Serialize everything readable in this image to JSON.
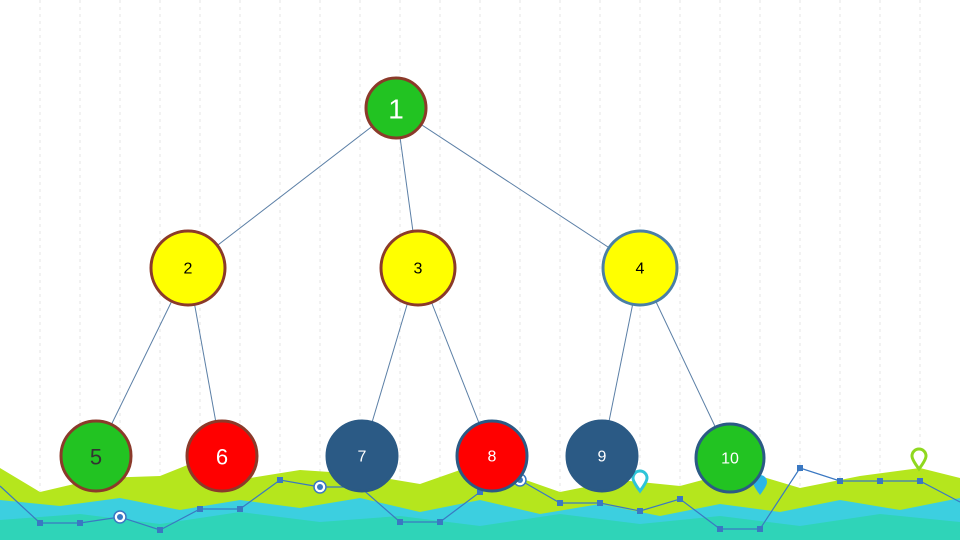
{
  "tree": {
    "nodes": [
      {
        "id": "1",
        "label": "1",
        "fill": "#22c322",
        "stroke": "#8b3a2a",
        "text": "#ffffff"
      },
      {
        "id": "2",
        "label": "2",
        "fill": "#ffff00",
        "stroke": "#8b3a2a",
        "text": "#000000"
      },
      {
        "id": "3",
        "label": "3",
        "fill": "#ffff00",
        "stroke": "#8b3a2a",
        "text": "#000000"
      },
      {
        "id": "4",
        "label": "4",
        "fill": "#ffff00",
        "stroke": "#4a7fa6",
        "text": "#000000"
      },
      {
        "id": "5",
        "label": "5",
        "fill": "#22c322",
        "stroke": "#8b3a2a",
        "text": "#333333"
      },
      {
        "id": "6",
        "label": "6",
        "fill": "#ff0000",
        "stroke": "#8b3a2a",
        "text": "#ffffff"
      },
      {
        "id": "7",
        "label": "7",
        "fill": "#2b5a85",
        "stroke": "#2b5a85",
        "text": "#ffffff"
      },
      {
        "id": "8",
        "label": "8",
        "fill": "#ff0000",
        "stroke": "#2b5a85",
        "text": "#ffffff"
      },
      {
        "id": "9",
        "label": "9",
        "fill": "#2b5a85",
        "stroke": "#2b5a85",
        "text": "#ffffff"
      },
      {
        "id": "10",
        "label": "10",
        "fill": "#22c322",
        "stroke": "#2b5a85",
        "text": "#ffffff"
      }
    ],
    "edges": [
      [
        "1",
        "2"
      ],
      [
        "1",
        "3"
      ],
      [
        "1",
        "4"
      ],
      [
        "2",
        "5"
      ],
      [
        "2",
        "6"
      ],
      [
        "3",
        "7"
      ],
      [
        "3",
        "8"
      ],
      [
        "4",
        "9"
      ],
      [
        "4",
        "10"
      ]
    ]
  },
  "decor": {
    "wave_colors": [
      "#b5e61d",
      "#3ccfe0",
      "#2fd4b8"
    ],
    "line_color": "#3a78c2",
    "pin_colors": [
      "#2ec4d8",
      "#8fd81f",
      "#2ab6e6"
    ]
  }
}
